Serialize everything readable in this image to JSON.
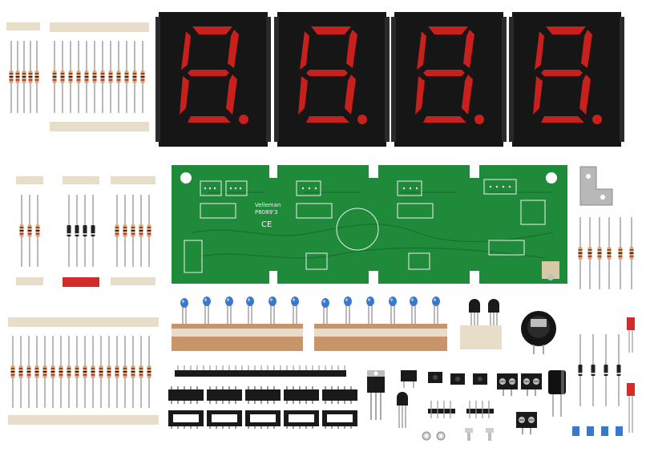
{
  "pcb": {
    "brand": "Velleman",
    "model": "P8089'3",
    "ce_mark": "CE"
  },
  "display": {
    "digit_count": 4,
    "segment_color": "#c8201c",
    "body_color": "#161616"
  },
  "colors": {
    "board": "#1f8a3a",
    "board_dark": "#17702e",
    "silkscreen": "#f0f0f0",
    "tape": "#e8ddc8",
    "tape_red": "#d42b2b",
    "resistor": "#d9a87a",
    "led_blue": "#3a78c8"
  }
}
